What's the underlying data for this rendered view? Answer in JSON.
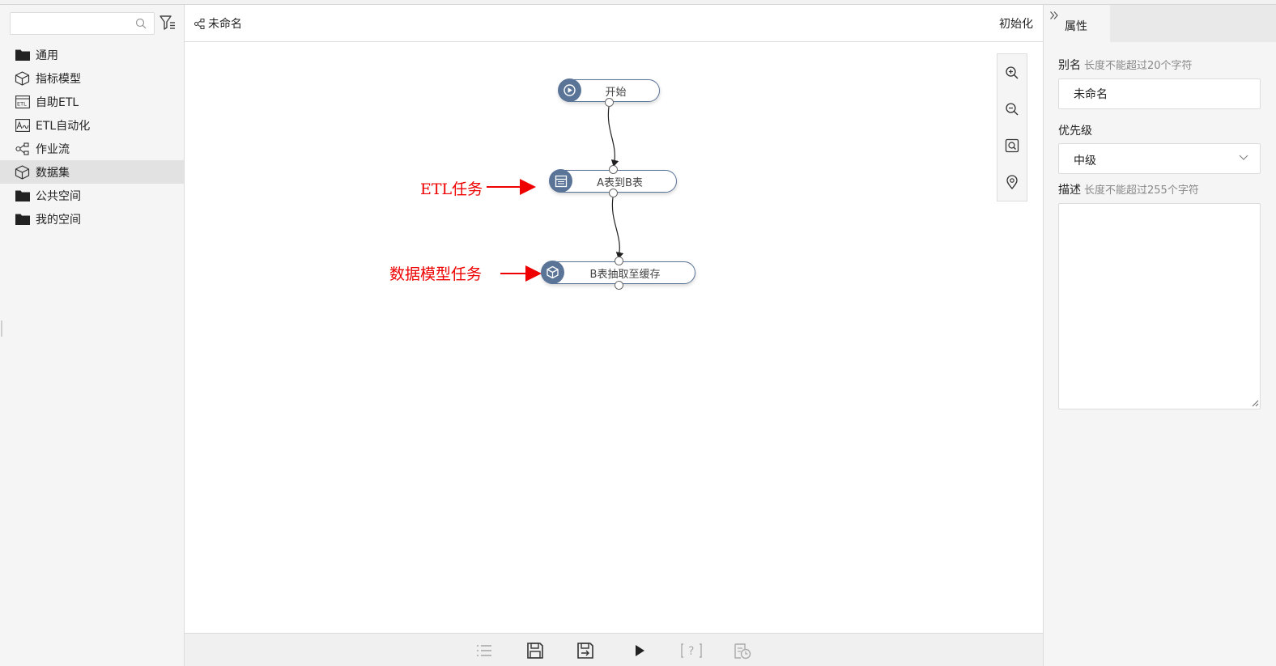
{
  "sidebar": {
    "search": {
      "placeholder": "",
      "value": ""
    },
    "items": [
      {
        "label": "通用",
        "icon": "folder-icon"
      },
      {
        "label": "指标模型",
        "icon": "cube-icon"
      },
      {
        "label": "自助ETL",
        "icon": "etl-icon"
      },
      {
        "label": "ETL自动化",
        "icon": "etl-auto-icon"
      },
      {
        "label": "作业流",
        "icon": "workflow-icon"
      },
      {
        "label": "数据集",
        "icon": "dataset-icon",
        "active": true
      },
      {
        "label": "公共空间",
        "icon": "folder-icon"
      },
      {
        "label": "我的空间",
        "icon": "folder-icon"
      }
    ]
  },
  "header": {
    "title": "未命名",
    "init_label": "初始化"
  },
  "flow": {
    "nodes": [
      {
        "label": "开始",
        "icon": "play-icon"
      },
      {
        "label": "A表到B表",
        "icon": "etl-table-icon"
      },
      {
        "label": "B表抽取至缓存",
        "icon": "data-model-icon"
      }
    ],
    "annotations": {
      "etl": "ETL任务",
      "model": "数据模型任务"
    }
  },
  "toolbar": {
    "icons": [
      "list-icon",
      "save-icon",
      "save-as-icon",
      "run-icon",
      "help-icon",
      "schedule-icon"
    ]
  },
  "properties": {
    "tab_label": "属性",
    "alias_label": "别名",
    "alias_hint": "长度不能超过20个字符",
    "alias_value": "未命名",
    "priority_label": "优先级",
    "priority_value": "中级",
    "desc_label": "描述",
    "desc_hint": "长度不能超过255个字符",
    "desc_value": ""
  },
  "colors": {
    "node_accent": "#5a7498",
    "annotation": "#ee0000",
    "sidebar_bg": "#f5f5f5"
  }
}
